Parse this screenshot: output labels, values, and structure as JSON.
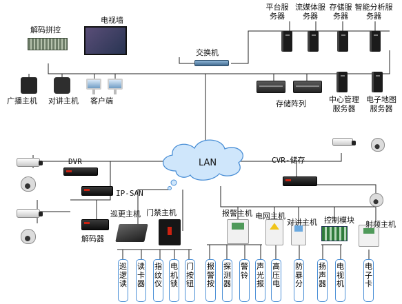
{
  "labels": {
    "video_wall": "电视墙",
    "decoder_matrix": "解码拼控",
    "switch": "交换机",
    "platform_server": "平台服务器",
    "streaming_server": "流媒体服务器",
    "storage_server": "存储服务器",
    "analysis_server": "智能分析服务器",
    "broadcast_host": "广播主机",
    "intercom_host": "对讲主机",
    "client": "客户端",
    "storage_array": "存储阵列",
    "center_server": "中心管理服务器",
    "emap_server": "电子地图服务器",
    "dvr": "DVR",
    "lan": "LAN",
    "cvr": "CVR-储存",
    "ipsan": "IP-SAN",
    "decoder": "解码器",
    "patrol_host": "巡更主机",
    "access_host": "门禁主机",
    "alarm_host": "报警主机",
    "fence_host": "电网主机",
    "talk_host": "对讲主机",
    "control_module": "控制模块",
    "rf_host": "射频主机"
  },
  "endpoints": [
    "巡逻读",
    "读卡器",
    "指纹仪",
    "电机锁",
    "门按钮",
    "报警按",
    "探测器",
    "警铃",
    "声光报",
    "高压电",
    "防暴分",
    "扬声器",
    "电视机",
    "电子卡"
  ]
}
